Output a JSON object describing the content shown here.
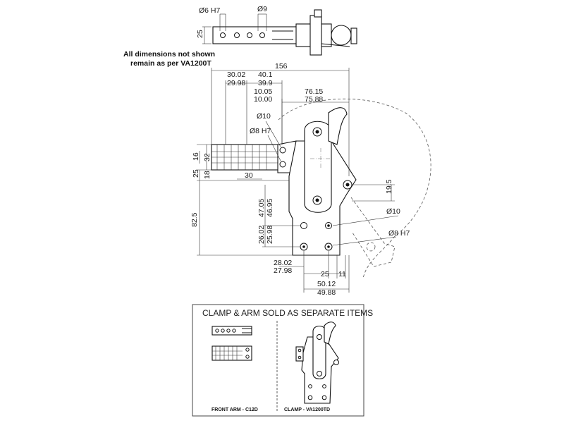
{
  "top_view": {
    "dims": {
      "d6h7": "Ø6 H7",
      "d9": "Ø9",
      "h25": "25"
    }
  },
  "note": {
    "line1": "All dimensions not shown",
    "line2": "remain as per VA1200T"
  },
  "main_view": {
    "dims": {
      "d156": "156",
      "d3002": "30.02",
      "d2998": "29.98",
      "d401": "40.1",
      "d399": "39.9",
      "d1005": "10.05",
      "d1000": "10.00",
      "d7615": "76.15",
      "d7588": "75.88",
      "dia10_top": "Ø10",
      "dia8h7_top": "Ø8 H7",
      "d16": "16",
      "d32": "32",
      "d25": "25",
      "d18": "18",
      "d30": "30",
      "d195": "19.5",
      "dia10_right": "Ø10",
      "dia8h7_right": "Ø8 H7",
      "d825": "82.5",
      "d4705": "47.05",
      "d4695": "46.95",
      "d2602": "26.02",
      "d2598": "25.98",
      "d2802": "28.02",
      "d2798": "27.98",
      "d25b": "25",
      "d11": "11",
      "d5012": "50.12",
      "d4988": "49.88"
    }
  },
  "panel": {
    "title": "CLAMP & ARM SOLD AS SEPARATE ITEMS",
    "left_caption": "FRONT ARM - C12D",
    "right_caption": "CLAMP - VA1200TD"
  }
}
